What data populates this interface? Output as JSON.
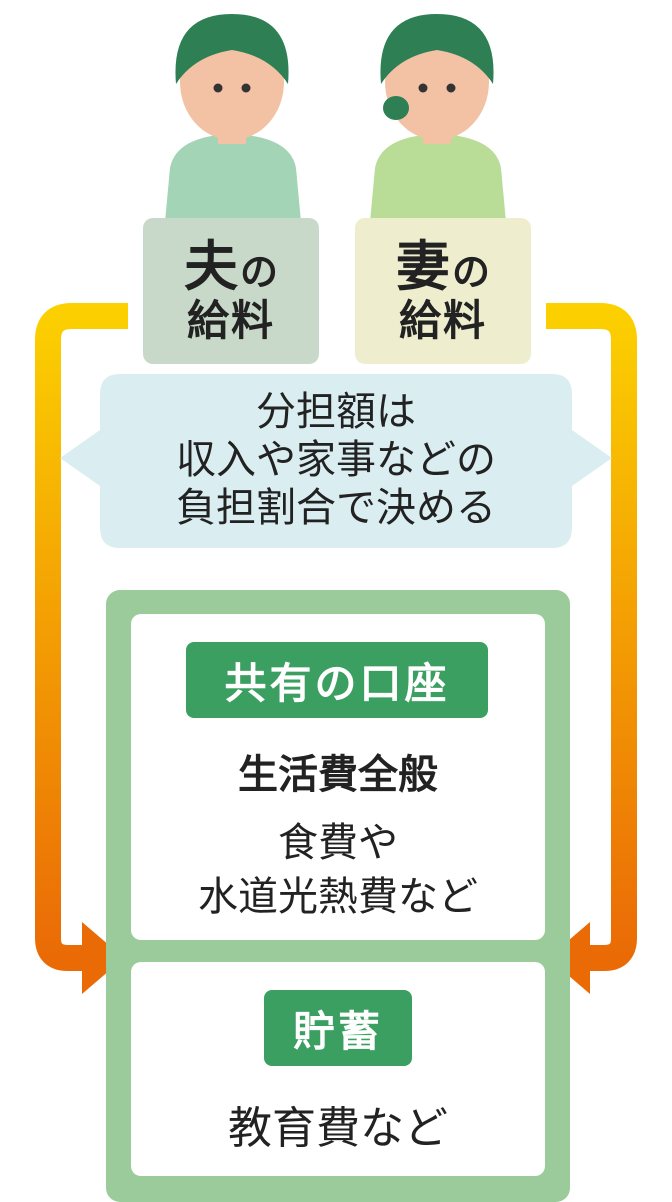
{
  "husband": {
    "name_big": "夫",
    "name_particle": "の",
    "label_line2": "給料",
    "box_color": "#c8d9c9",
    "shirt_color": "#a3d4b6"
  },
  "wife": {
    "name_big": "妻",
    "name_particle": "の",
    "label_line2": "給料",
    "box_color": "#eeeecf",
    "shirt_color": "#b9dc97"
  },
  "note": {
    "lines": [
      "分担額は",
      "収入や家事などの",
      "負担割合で決める"
    ],
    "bubble_color": "#daeef2"
  },
  "shared_account": {
    "tag": "共有の口座",
    "heading": "生活費全般",
    "detail_line1": "食費や",
    "detail_line2": "水道光熱費など"
  },
  "savings": {
    "tag": "貯蓄",
    "detail": "教育費など"
  },
  "colors": {
    "frame": "#9ccb9b",
    "tag": "#3b9f61",
    "hair": "#2f7f55",
    "skin": "#f3c2a4",
    "arrow_top": "#fcd200",
    "arrow_bottom": "#ea6a06"
  },
  "icons": [
    "husband-figure",
    "wife-figure",
    "left-flow-arrow",
    "right-flow-arrow"
  ]
}
